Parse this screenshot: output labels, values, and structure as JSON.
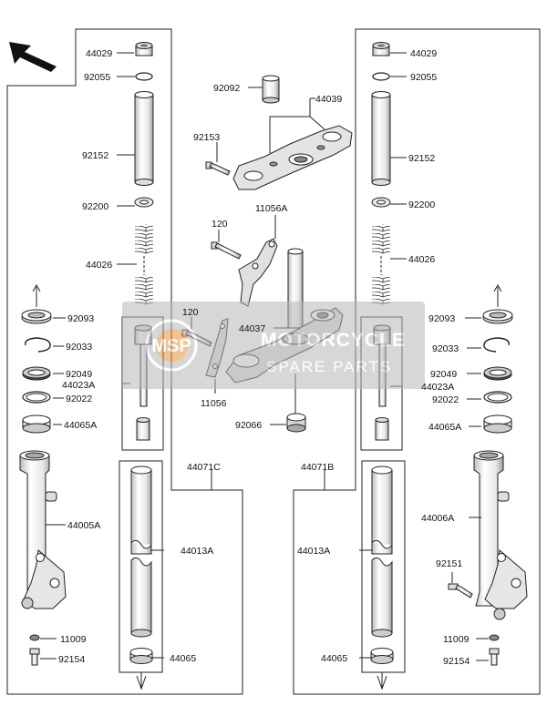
{
  "parts_left": {
    "cap": "44029",
    "oring_top": "92055",
    "spacer_pipe": "92152",
    "washer": "92200",
    "spring": "44026",
    "oil_seal_cover": "92093",
    "circlip": "92033",
    "oil_seal": "92049",
    "cylinder_unit": "44023A",
    "bushing": "92022",
    "piston_ring": "44065A",
    "outer_tube_assy": "44071C",
    "inner_tube": "44013A",
    "slide_bush": "44065",
    "outer_tube": "44005A",
    "gasket": "11009",
    "bolt": "92154"
  },
  "parts_right": {
    "cap": "44029",
    "oring_top": "92055",
    "spacer_pipe": "92152",
    "washer": "92200",
    "spring": "44026",
    "oil_seal_cover": "92093",
    "circlip": "92033",
    "oil_seal": "92049",
    "cylinder_unit": "44023A",
    "bushing": "92022",
    "piston_ring": "44065A",
    "outer_tube_assy": "44071B",
    "inner_tube": "44013A",
    "slide_bush": "44065",
    "outer_tube": "44006A",
    "stud_bolt": "92151",
    "gasket": "11009",
    "bolt": "92154"
  },
  "parts_center": {
    "collar": "92092",
    "upper_bracket": "44039",
    "upper_bolt": "92153",
    "bracket_a": "11056A",
    "bracket_a_bolt": "120",
    "stem_assy": "44037",
    "bracket_b_bolt": "120",
    "bracket_b": "11056",
    "stem_nut": "92066"
  },
  "watermark": {
    "line1": "MOTORCYCLE",
    "line2": "SPARE PARTS",
    "logo": "MSP"
  },
  "colors": {
    "line": "#222222",
    "part_fill": "#ffffff",
    "part_shade": "#d9d9d9",
    "watermark_box": "#b8b8b8",
    "watermark_logo": "#e8923a"
  },
  "icons": {
    "direction": "front-direction-arrow-icon"
  }
}
